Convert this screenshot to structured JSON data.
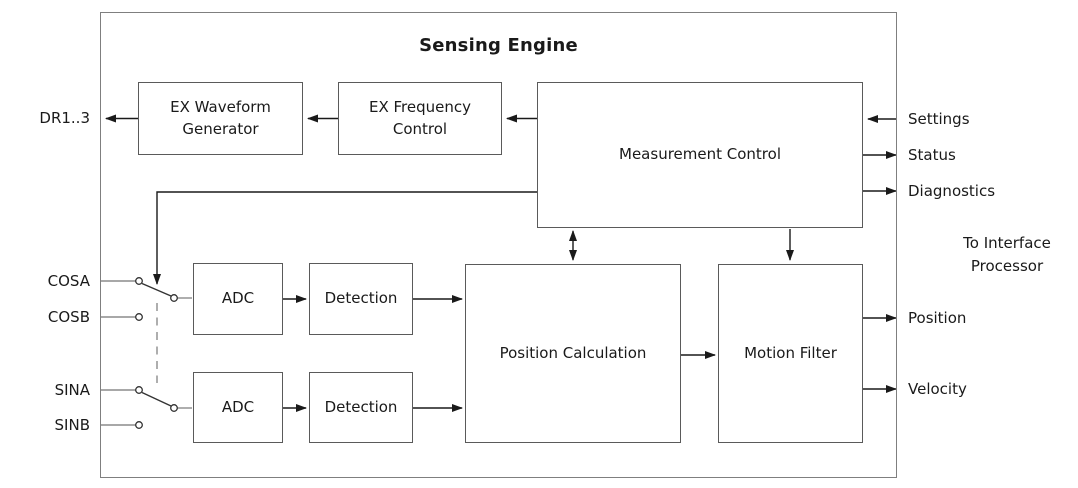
{
  "diagram": {
    "title": "Sensing Engine",
    "blocks": {
      "ex_waveform_generator": {
        "label": "EX Waveform Generator"
      },
      "ex_frequency_control": {
        "label": "EX Frequency Control"
      },
      "measurement_control": {
        "label": "Measurement Control"
      },
      "adc_top": {
        "label": "ADC"
      },
      "detection_top": {
        "label": "Detection"
      },
      "adc_bottom": {
        "label": "ADC"
      },
      "detection_bottom": {
        "label": "Detection"
      },
      "position_calculation": {
        "label": "Position Calculation"
      },
      "motion_filter": {
        "label": "Motion Filter"
      }
    },
    "left_ports": {
      "dr": {
        "label": "DR1..3"
      },
      "cosa": {
        "label": "COSA"
      },
      "cosb": {
        "label": "COSB"
      },
      "sina": {
        "label": "SINA"
      },
      "sinb": {
        "label": "SINB"
      }
    },
    "right_ports": {
      "settings": {
        "label": "Settings"
      },
      "status": {
        "label": "Status"
      },
      "diagnostics": {
        "label": "Diagnostics"
      },
      "position": {
        "label": "Position"
      },
      "velocity": {
        "label": "Velocity"
      }
    },
    "annotations": {
      "to_interface_processor": {
        "label": "To Interface Processor"
      }
    },
    "colors": {
      "background": "#ffffff",
      "outer_border": "#7f7f7f",
      "block_border": "#5a5a5a",
      "arrow": "#1a1a1a",
      "wire": "#8c8c8c",
      "text": "#1a1a1a"
    }
  }
}
